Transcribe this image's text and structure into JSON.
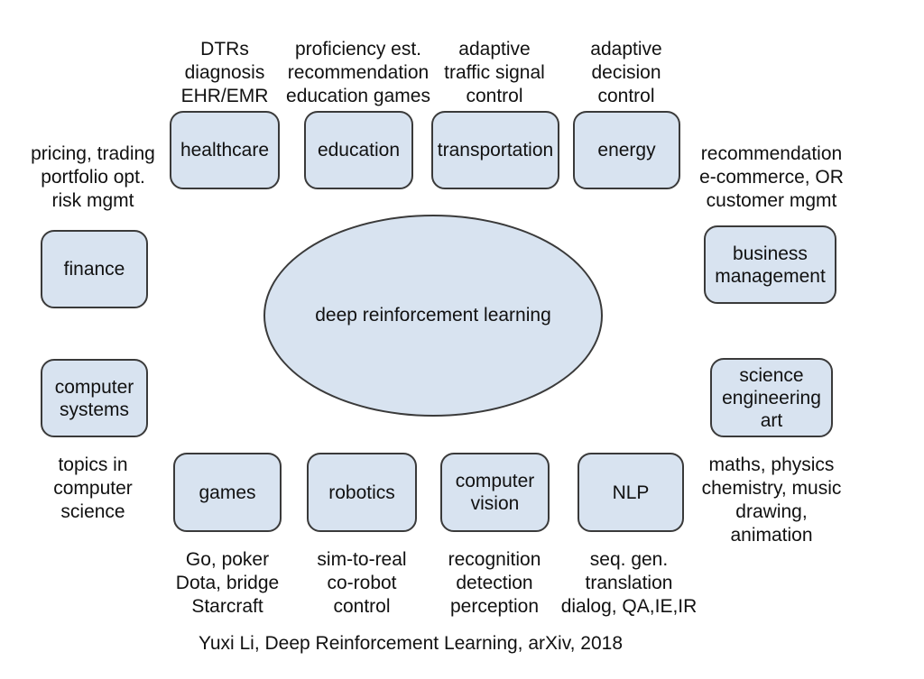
{
  "colors": {
    "node_fill": "#d8e3f0",
    "node_stroke": "#3a3a3a",
    "text": "#111111",
    "background": "#ffffff"
  },
  "center_ellipse": {
    "label": "deep reinforcement learning"
  },
  "caption": "Yuxi Li, Deep Reinforcement Learning, arXiv, 2018",
  "nodes": {
    "healthcare": {
      "label": "healthcare",
      "note": "DTRs\ndiagnosis\nEHR/EMR"
    },
    "education": {
      "label": "education",
      "note": "proficiency est.\nrecommendation\neducation games"
    },
    "transportation": {
      "label": "transportation",
      "note": "adaptive\ntraffic signal\ncontrol"
    },
    "energy": {
      "label": "energy",
      "note": "adaptive\ndecision\ncontrol"
    },
    "finance": {
      "label": "finance",
      "note": "pricing, trading\nportfolio opt.\nrisk mgmt"
    },
    "computer_systems": {
      "label": "computer\nsystems",
      "note": "topics in\ncomputer\nscience"
    },
    "business_management": {
      "label": "business\nmanagement",
      "note": "recommendation\ne-commerce, OR\ncustomer mgmt"
    },
    "science_engineering_art": {
      "label": "science\nengineering\nart",
      "note": "maths, physics\nchemistry, music\ndrawing, animation"
    },
    "games": {
      "label": "games",
      "note": "Go, poker\nDota, bridge\nStarcraft"
    },
    "robotics": {
      "label": "robotics",
      "note": "sim-to-real\nco-robot\ncontrol"
    },
    "computer_vision": {
      "label": "computer\nvision",
      "note": "recognition\ndetection\nperception"
    },
    "nlp": {
      "label": "NLP",
      "note": "seq. gen.\ntranslation\ndialog, QA,IE,IR"
    }
  }
}
